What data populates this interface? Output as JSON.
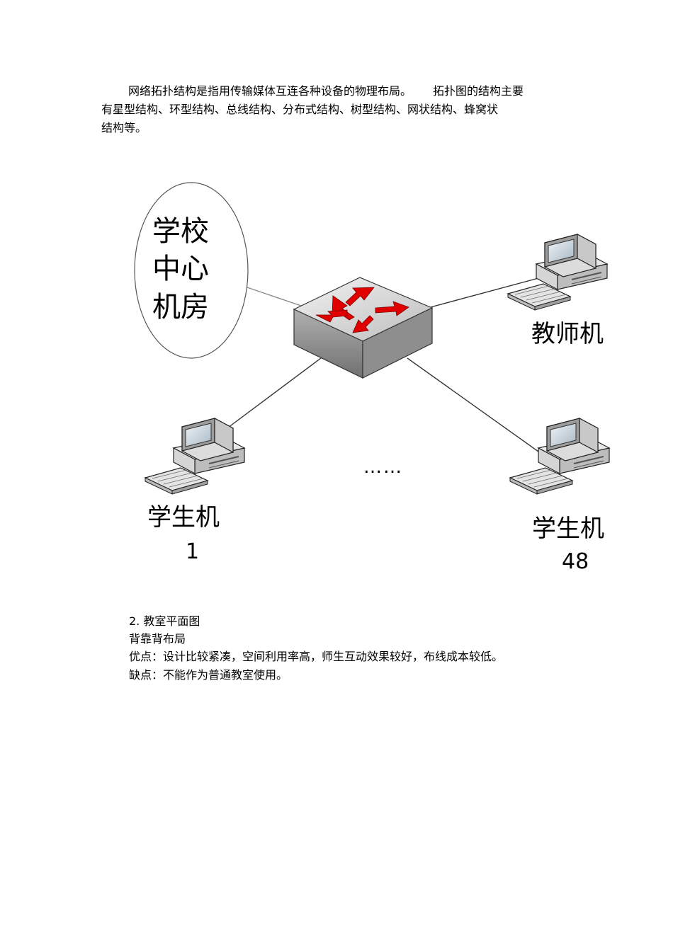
{
  "intro": {
    "line1a": "网络拓扑结构是指用传输媒体互连各种设备的物理布局。",
    "line1b": "拓扑图的结构主要",
    "line2": "有星型结构、环型结构、总线结构、分布式结构、树型结构、网状结构、蜂窝状",
    "line3": "结构等。"
  },
  "diagram": {
    "center_room": [
      "学校",
      "中心",
      "机房"
    ],
    "teacher_label": "教师机",
    "student1_label": "学生机",
    "student1_num": "1",
    "student48_label": "学生机",
    "student48_num": "48",
    "ellipsis": "……"
  },
  "section2": {
    "heading": "2.  教室平面图",
    "layout": "背靠背布局",
    "pros": "优点：设计比较紧凑，空间利用率高，师生互动效果较好，布线成本较低。",
    "cons": "缺点：不能作为普通教室使用。"
  },
  "colors": {
    "arrow": "#e00000",
    "switch_top": "#d9d9d9",
    "switch_side": "#9a9a9a"
  }
}
